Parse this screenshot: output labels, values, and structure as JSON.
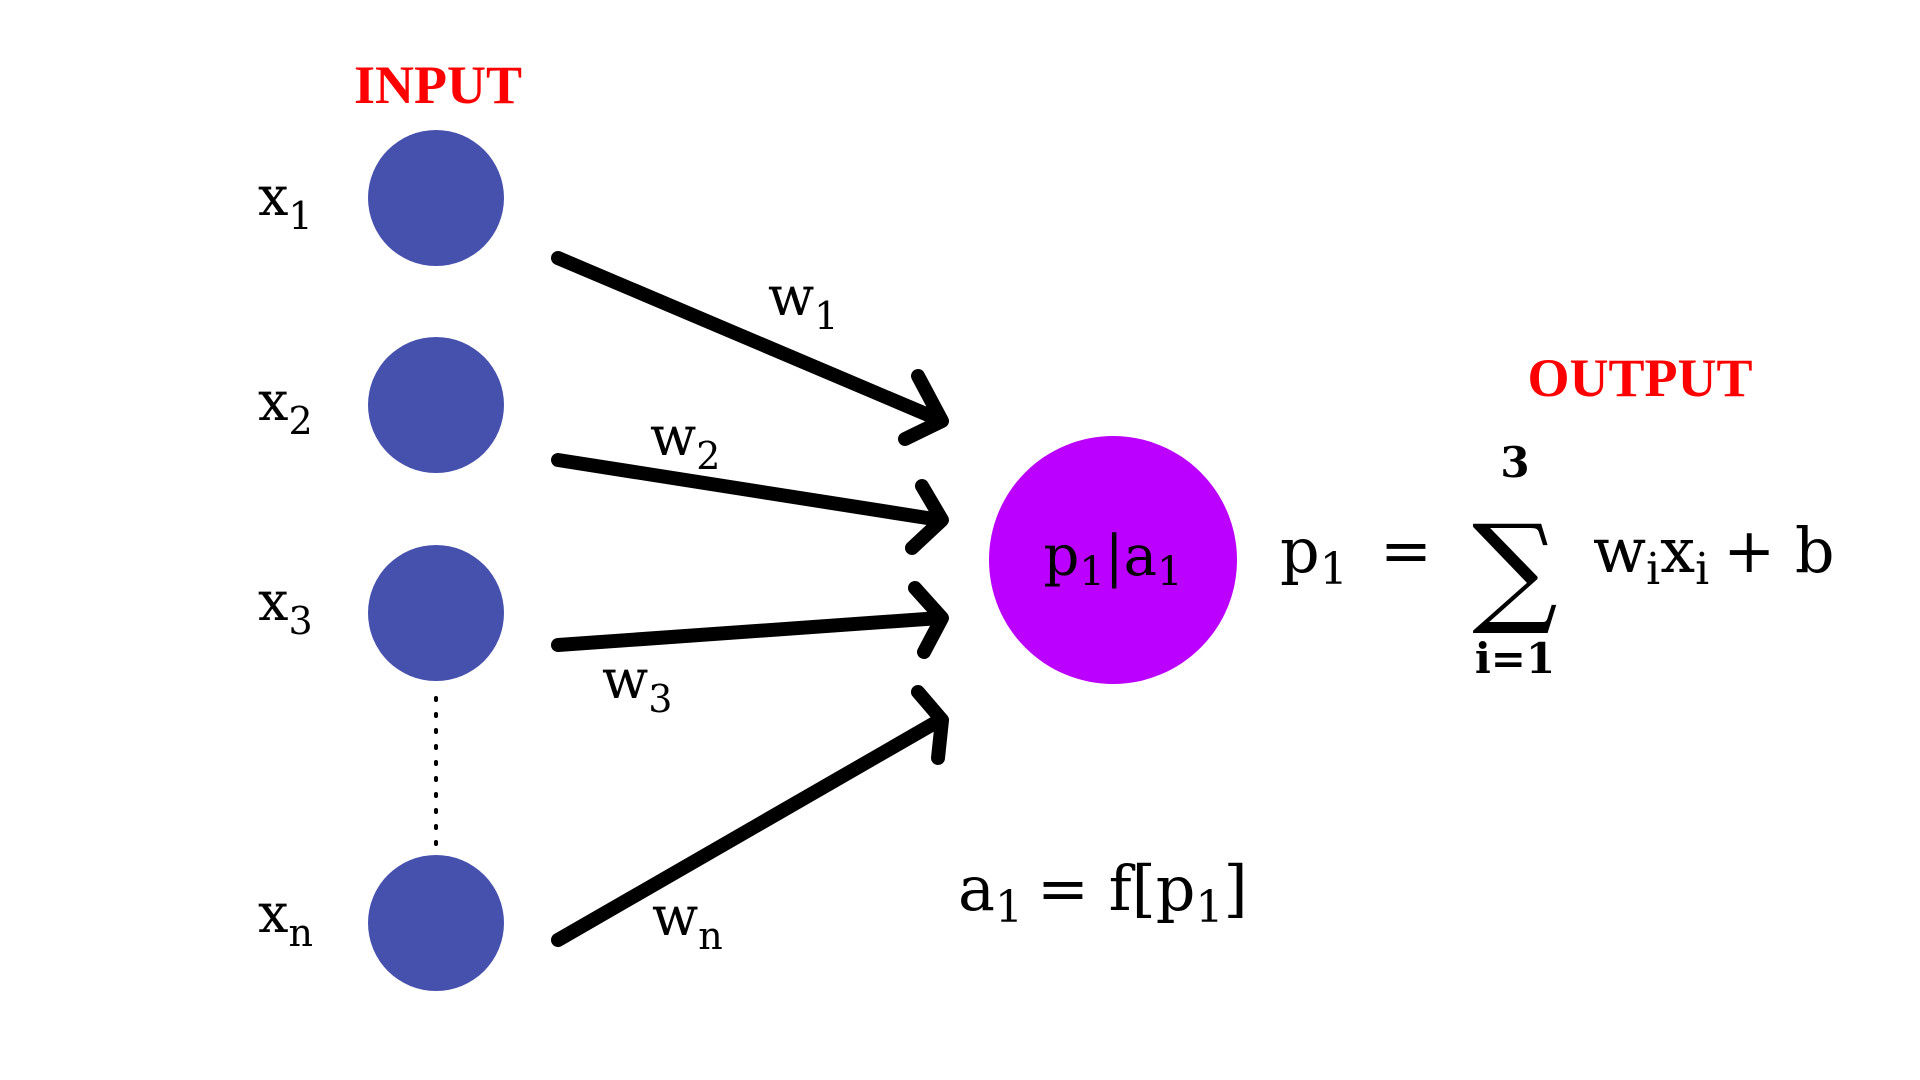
{
  "labels": {
    "input_heading": "INPUT",
    "output_heading": "OUTPUT"
  },
  "inputs": [
    {
      "var": "x",
      "sub": "1"
    },
    {
      "var": "x",
      "sub": "2"
    },
    {
      "var": "x",
      "sub": "3"
    },
    {
      "var": "x",
      "sub": "n"
    }
  ],
  "weights": [
    {
      "var": "w",
      "sub": "1"
    },
    {
      "var": "w",
      "sub": "2"
    },
    {
      "var": "w",
      "sub": "3"
    },
    {
      "var": "w",
      "sub": "n"
    }
  ],
  "neuron": {
    "p": "p",
    "p_sub": "1",
    "sep": "|",
    "a": "a",
    "a_sub": "1"
  },
  "equation_sum": {
    "lhs": "p",
    "lhs_sub": "1",
    "eq": "=",
    "sigma": "∑",
    "upper": "3",
    "lower": "i=1",
    "w": "w",
    "w_sub": "i",
    "x": "x",
    "x_sub": "i",
    "rest": "+ b"
  },
  "equation_activation": {
    "a": "a",
    "a_sub": "1",
    "rhs": "= f[p",
    "rhs_sub": "1",
    "close": "]"
  },
  "colors": {
    "input_node": "#4651ae",
    "neuron": "#bb00ff",
    "heading": "#ff0000",
    "arrow": "#000000"
  }
}
